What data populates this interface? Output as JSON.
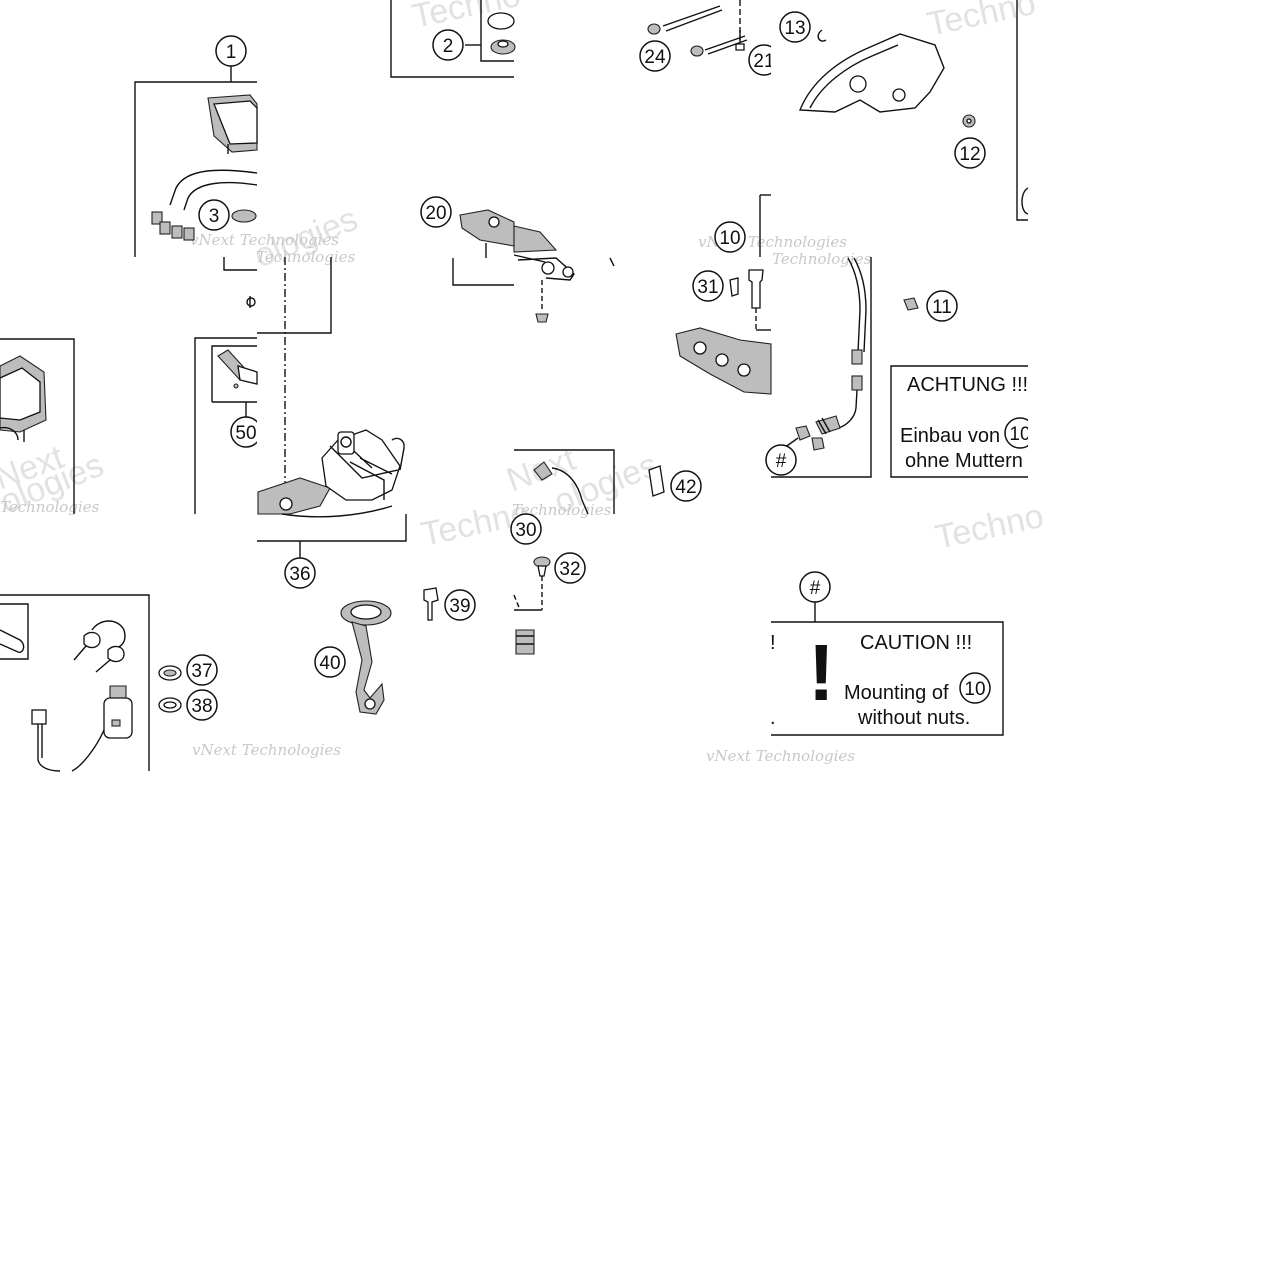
{
  "diagram": {
    "callouts": [
      {
        "id": "c1",
        "label": "1"
      },
      {
        "id": "c2",
        "label": "2"
      },
      {
        "id": "c3",
        "label": "3"
      },
      {
        "id": "c10a",
        "label": "10"
      },
      {
        "id": "c10b",
        "label": "10"
      },
      {
        "id": "c10c",
        "label": "10"
      },
      {
        "id": "c11",
        "label": "11"
      },
      {
        "id": "c12",
        "label": "12"
      },
      {
        "id": "c13",
        "label": "13"
      },
      {
        "id": "c20",
        "label": "20"
      },
      {
        "id": "c21",
        "label": "21"
      },
      {
        "id": "c24",
        "label": "24"
      },
      {
        "id": "c30",
        "label": "30"
      },
      {
        "id": "c31",
        "label": "31"
      },
      {
        "id": "c32",
        "label": "32"
      },
      {
        "id": "c36",
        "label": "36"
      },
      {
        "id": "c37",
        "label": "37"
      },
      {
        "id": "c38",
        "label": "38"
      },
      {
        "id": "c39",
        "label": "39"
      },
      {
        "id": "c40",
        "label": "40"
      },
      {
        "id": "c42",
        "label": "42"
      },
      {
        "id": "c50",
        "label": "50"
      },
      {
        "id": "c_hash_a",
        "label": "#"
      },
      {
        "id": "c_hash_b",
        "label": "#"
      }
    ],
    "notes": {
      "de": {
        "title": "ACHTUNG !!!",
        "line1": "Einbau von",
        "line2": "ohne Muttern"
      },
      "en": {
        "title": "CAUTION !!!",
        "line1": "Mounting of",
        "line2": "without nuts.",
        "exclaim": "!"
      }
    },
    "watermarks": {
      "brand": "vNext Technologies",
      "techno": "Techno",
      "technologies": "Technologies",
      "next": "Next",
      "ologies": "ologies"
    }
  }
}
